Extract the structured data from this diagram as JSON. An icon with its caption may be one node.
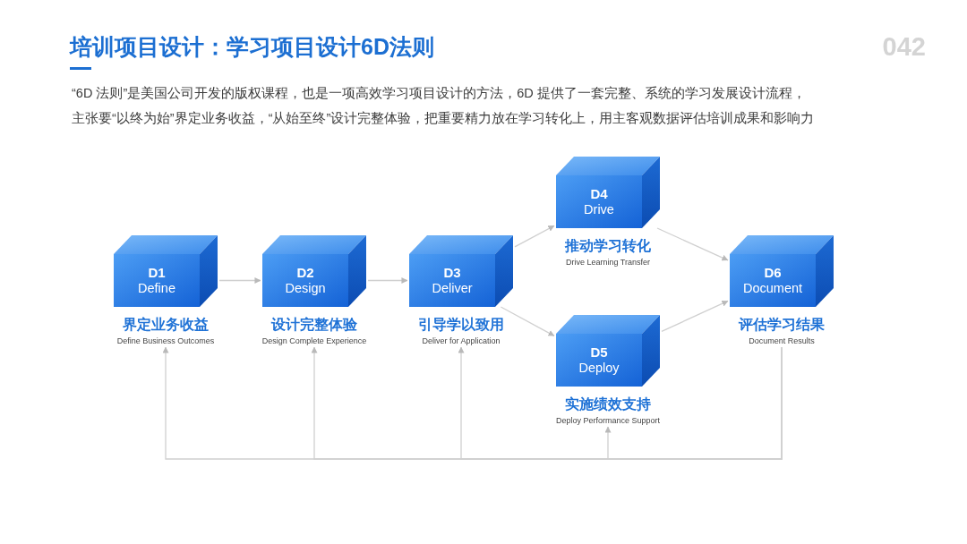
{
  "diagram": {
    "title": "培训项目设计：学习项目设计6D法则",
    "nodes": [
      {
        "text": [
          "D1",
          "Define",
          "界定业务收益",
          "Define Business Outcomes"
        ]
      },
      {
        "text": [
          "D2",
          "Design",
          "设计完整体验",
          "Design Complete Experience"
        ]
      },
      {
        "text": [
          "D3",
          "Deliver",
          "引导学以致用",
          "Deliver for Application"
        ]
      },
      {
        "text": [
          "D4",
          "Drive",
          "推动学习转化",
          "Drive Learning Transfer"
        ]
      },
      {
        "text": [
          "D5",
          "Deploy",
          "实施绩效支持",
          "Deploy Performance Support"
        ]
      },
      {
        "text": [
          "D6",
          "Document",
          "评估学习结果",
          "Document Results"
        ]
      }
    ],
    "edges": [
      {
        "from": 0,
        "to": 1,
        "arrow": "to"
      },
      {
        "from": 1,
        "to": 2,
        "arrow": "to"
      },
      {
        "from": 2,
        "to": 3,
        "arrow": "to"
      },
      {
        "from": 2,
        "to": 4,
        "arrow": "to"
      },
      {
        "from": 3,
        "to": 5,
        "arrow": "to"
      },
      {
        "from": 4,
        "to": 5,
        "arrow": "to"
      },
      {
        "from": 5,
        "to": 0,
        "arrow": "to"
      },
      {
        "from": 5,
        "to": 1,
        "arrow": "to"
      },
      {
        "from": 5,
        "to": 2,
        "arrow": "to"
      },
      {
        "from": 5,
        "to": 4,
        "arrow": "to"
      }
    ],
    "labels": [
      "042",
      "“6D 法则”是美国公司开发的版权课程，也是一项高效学习项目设计的方法，6D 提供了一套完整、系统的学习发展设计流程，主张要“以终为始”界定业务收益，“从始至终”设计完整体验，把重要精力放在学习转化上，用主客观数据评估培训成果和影响力"
    ]
  }
}
